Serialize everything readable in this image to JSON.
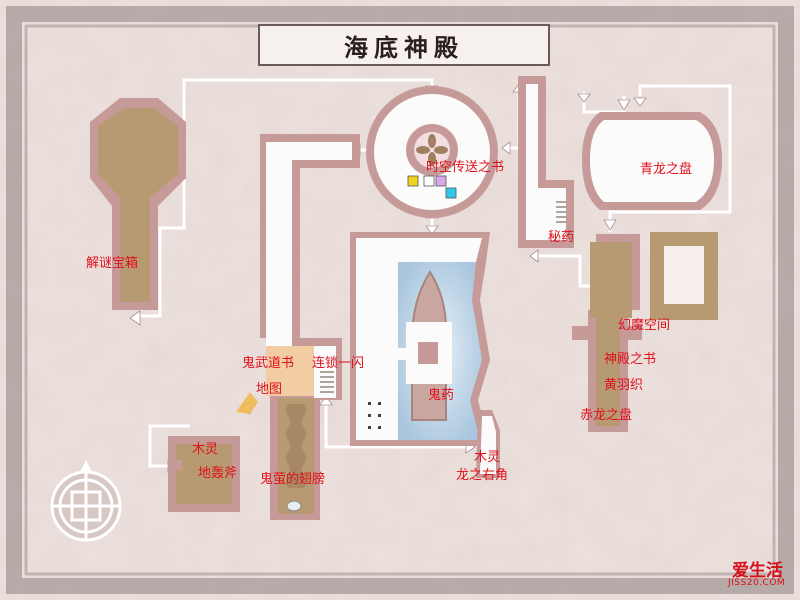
{
  "title": "海底神殿",
  "labels": {
    "puzzle_box": "解谜宝箱",
    "time_space_book": "时空传送之书",
    "secret_medicine": "秘药",
    "azure_dragon_plate": "青龙之盘",
    "phantom_space": "幻魔空间",
    "temple_book": "神殿之书",
    "yellow_feather": "黄羽织",
    "red_dragon_plate": "赤龙之盘",
    "ghost_martial_book": "鬼武道书",
    "chain_flash": "连锁一闪",
    "map_item": "地图",
    "ghost_medicine": "鬼药",
    "wood_spirit_left": "木灵",
    "earth_axe": "地轰斧",
    "ghost_wings": "鬼萤的翅膀",
    "wood_spirit_right": "木灵",
    "dragon_right_horn": "龙之右角"
  },
  "watermark": {
    "main": "爱生活",
    "sub": "JISS20.COM"
  },
  "colors": {
    "label": "#e0101a",
    "wall": "#c79a9a",
    "floor_white": "#fbfbfb",
    "floor_tan": "#b89a72",
    "water": "#b9d3e6",
    "path": "#ffffff"
  }
}
